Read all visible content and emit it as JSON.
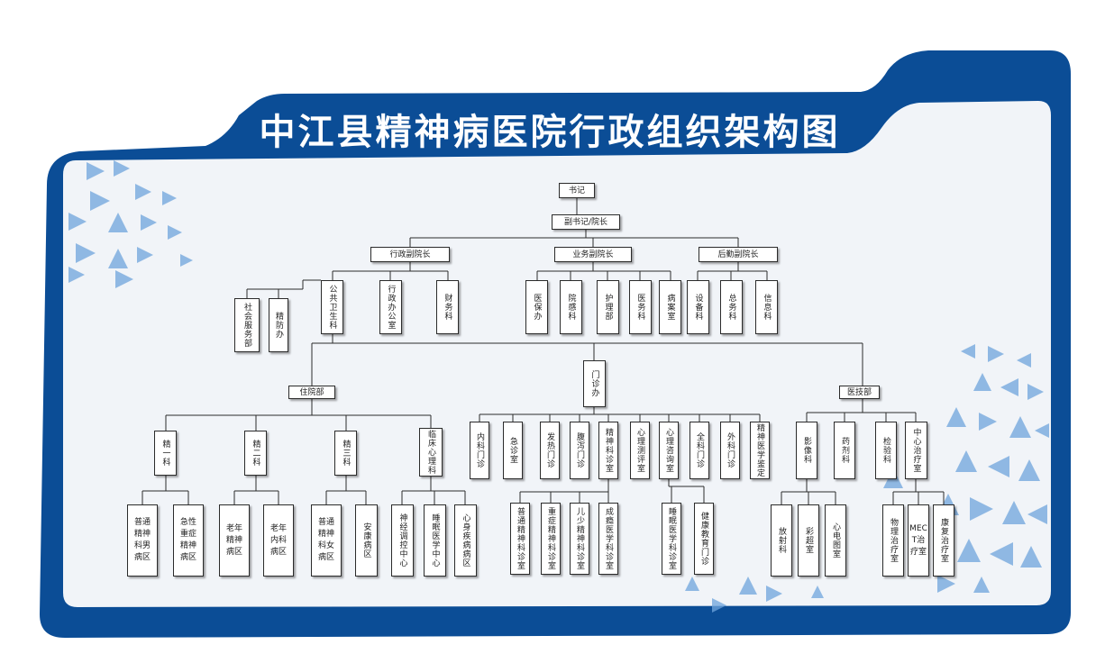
{
  "title": "中江县精神病医院行政组织架构图",
  "colors": {
    "frame": "#0b4d96",
    "panel": "#f1f4f8",
    "accent": "#6fa5dd",
    "line": "#2b2b2b"
  },
  "nodes": [
    {
      "id": "shuji",
      "label": "书记"
    },
    {
      "id": "fushuji",
      "label": "副书记/院长"
    },
    {
      "id": "xingzheng_fu",
      "label": "行政副院长"
    },
    {
      "id": "yewu_fu",
      "label": "业务副院长"
    },
    {
      "id": "houqin_fu",
      "label": "后勤副院长"
    },
    {
      "id": "shehui",
      "label": "社会服务部"
    },
    {
      "id": "jingfang",
      "label": "精防办"
    },
    {
      "id": "gonggong",
      "label": "公共卫生科"
    },
    {
      "id": "xingzhengban",
      "label": "行政办公室"
    },
    {
      "id": "caiwu",
      "label": "财务科"
    },
    {
      "id": "yibao",
      "label": "医保办"
    },
    {
      "id": "yuangan",
      "label": "院感科"
    },
    {
      "id": "huli",
      "label": "护理部"
    },
    {
      "id": "yiwu",
      "label": "医务科"
    },
    {
      "id": "bingan",
      "label": "病案室"
    },
    {
      "id": "shebei",
      "label": "设备科"
    },
    {
      "id": "zongwu",
      "label": "总务科"
    },
    {
      "id": "xinxi",
      "label": "信息科"
    },
    {
      "id": "zhuyuan",
      "label": "住院部"
    },
    {
      "id": "menzhen",
      "label": "门诊办"
    },
    {
      "id": "yiji",
      "label": "医技部"
    },
    {
      "id": "jing1",
      "label": "精一科"
    },
    {
      "id": "jing2",
      "label": "精二科"
    },
    {
      "id": "jing3",
      "label": "精三科"
    },
    {
      "id": "linchuang",
      "label": "临床心理科"
    },
    {
      "id": "putong_nan",
      "label": "普通精神科男病区"
    },
    {
      "id": "jixing",
      "label": "急性重症精神病区"
    },
    {
      "id": "laonian_jing",
      "label": "老年精神病区"
    },
    {
      "id": "laonian_nei",
      "label": "老年内科病区"
    },
    {
      "id": "putong_nv",
      "label": "普通精神科女病区"
    },
    {
      "id": "ankang",
      "label": "安康病区"
    },
    {
      "id": "shenjing",
      "label": "神经调控中心"
    },
    {
      "id": "shuimian_zx",
      "label": "睡眠医学中心"
    },
    {
      "id": "xinshen",
      "label": "心身疾病病区"
    },
    {
      "id": "neike_mz",
      "label": "内科门诊"
    },
    {
      "id": "jizhen",
      "label": "急诊室"
    },
    {
      "id": "fare",
      "label": "发热门诊"
    },
    {
      "id": "fuxie",
      "label": "腹泻门诊"
    },
    {
      "id": "jingshen_mz",
      "label": "精神科诊室"
    },
    {
      "id": "xinli_cp",
      "label": "心理测评室"
    },
    {
      "id": "xinli_zx",
      "label": "心理咨询室"
    },
    {
      "id": "quanke",
      "label": "全科门诊"
    },
    {
      "id": "waike",
      "label": "外科门诊"
    },
    {
      "id": "jingshen_jd",
      "label": "精神医学鉴定"
    },
    {
      "id": "putong_zs",
      "label": "普通精神科诊室"
    },
    {
      "id": "zhongzheng_zs",
      "label": "重症精神科诊室"
    },
    {
      "id": "ershao_zs",
      "label": "儿少精神科诊室"
    },
    {
      "id": "chengyin_zs",
      "label": "成瘾医学科诊室"
    },
    {
      "id": "shuimian_zs",
      "label": "睡眠医学科诊室"
    },
    {
      "id": "jiankang_mz",
      "label": "健康教育门诊"
    },
    {
      "id": "yingxiang",
      "label": "影像科"
    },
    {
      "id": "yaoji",
      "label": "药剂科"
    },
    {
      "id": "jianyan",
      "label": "检验科"
    },
    {
      "id": "zhongxin_zl",
      "label": "中心治疗室"
    },
    {
      "id": "fangshe",
      "label": "放射科"
    },
    {
      "id": "caichao",
      "label": "彩超室"
    },
    {
      "id": "xindian",
      "label": "心电图室"
    },
    {
      "id": "wuli",
      "label": "物理治疗室"
    },
    {
      "id": "mect",
      "label": "MECT治疗室"
    },
    {
      "id": "kangfu",
      "label": "康复治疗室"
    }
  ]
}
